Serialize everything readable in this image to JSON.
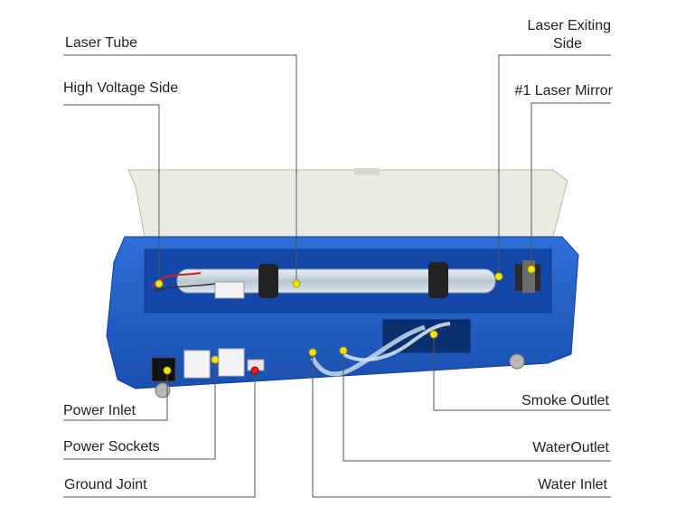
{
  "labels": {
    "laser_tube": "Laser Tube",
    "high_voltage_side": "High Voltage Side",
    "laser_exiting_side_line1": "Laser Exiting",
    "laser_exiting_side_line2": "Side",
    "first_laser_mirror": "#1 Laser Mirror",
    "smoke_outlet": "Smoke Outlet",
    "water_outlet": "WaterOutlet",
    "water_inlet": "Water Inlet",
    "power_inlet": "Power Inlet",
    "power_sockets": "Power Sockets",
    "ground_joint": "Ground Joint"
  },
  "colors": {
    "machine_body": "#1d5bc4",
    "lid": "#e9e9e2",
    "callout_line": "#555555",
    "marker": "#f5e400"
  }
}
